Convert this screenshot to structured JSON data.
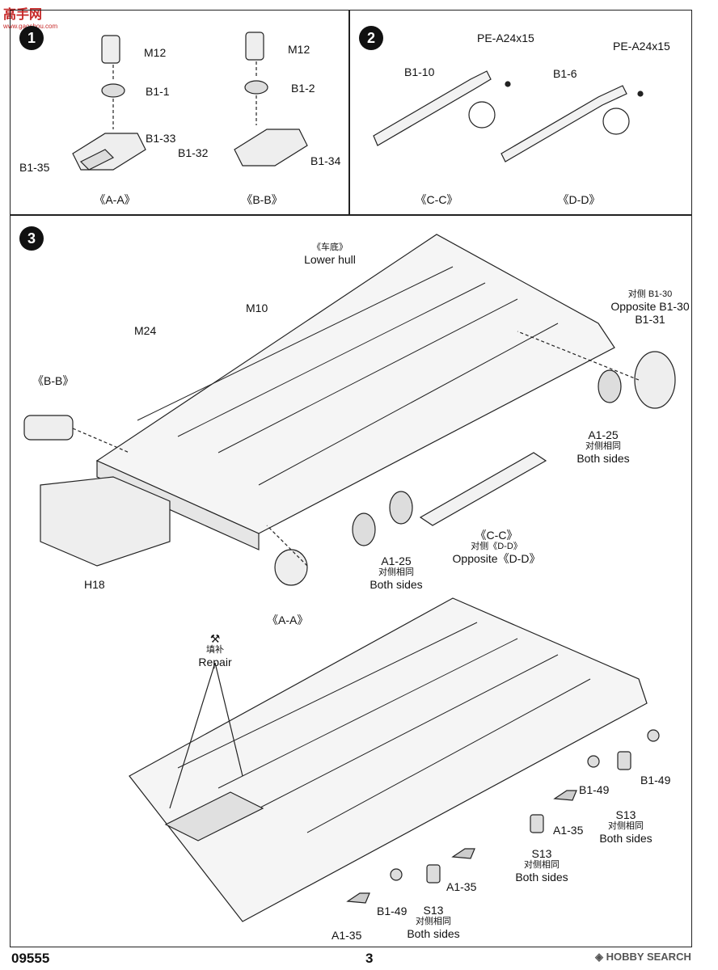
{
  "watermark": {
    "site": "高手网",
    "sub": "www.gaoshou.com"
  },
  "step1": {
    "number": "1",
    "left": {
      "M12": "M12",
      "B1_1": "B1-1",
      "B1_33": "B1-33",
      "B1_35": "B1-35",
      "caption": "《A-A》"
    },
    "right": {
      "M12": "M12",
      "B1_2": "B1-2",
      "B1_32": "B1-32",
      "B1_34": "B1-34",
      "caption": "《B-B》"
    }
  },
  "step2": {
    "number": "2",
    "left": {
      "pe": "PE-A24x15",
      "part": "B1-10",
      "caption": "《C-C》"
    },
    "right": {
      "pe": "PE-A24x15",
      "part": "B1-6",
      "caption": "《D-D》"
    }
  },
  "step3": {
    "number": "3",
    "lower_hull_cn": "《车底》",
    "lower_hull": "Lower hull",
    "m10": "M10",
    "m24": "M24",
    "bb": "《B-B》",
    "opposite_b130_cn": "对侧 B1-30",
    "opposite_b130": "Opposite B1-30",
    "b131": "B1-31",
    "a125_right": "A1-25",
    "both_sides_cn": "对侧相同",
    "both_sides": "Both sides",
    "h18": "H18",
    "a125_mid": "A1-25",
    "cc": "《C-C》",
    "opposite_dd_cn": "对侧《D-D》",
    "opposite_dd": "Opposite《D-D》",
    "aa": "《A-A》",
    "repair_cn": "填补",
    "repair": "Repair",
    "b149_a": "B1-49",
    "b149_b": "B1-49",
    "b149_c": "B1-49",
    "s13_a": "S13",
    "s13_b": "S13",
    "s13_c": "S13",
    "a135_a": "A1-35",
    "a135_b": "A1-35",
    "a135_c": "A1-35"
  },
  "footer": {
    "code": "09555",
    "page": "3",
    "brand": "HOBBY SEARCH"
  }
}
